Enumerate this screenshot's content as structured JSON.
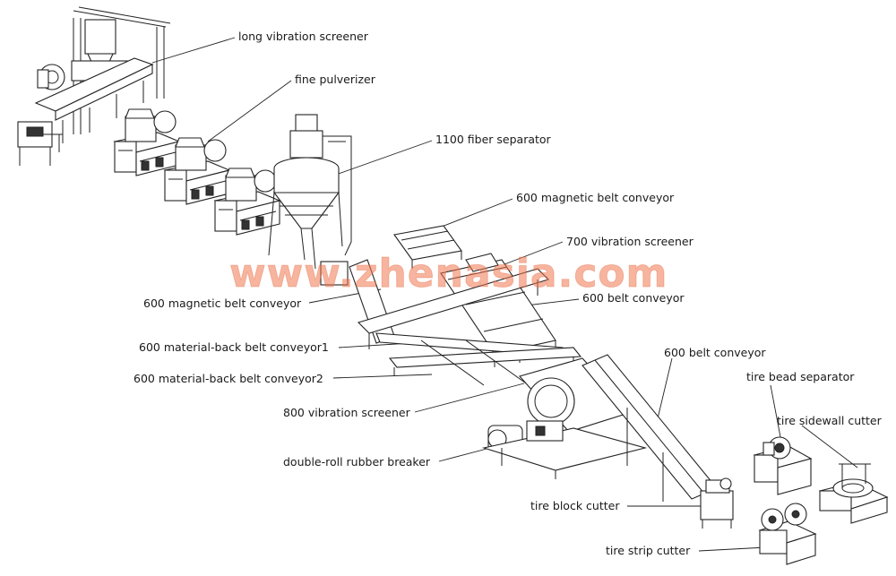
{
  "watermark": "www.zhenasia.com",
  "labels": [
    {
      "id": "long-vibration-screener",
      "text": "long vibration screener"
    },
    {
      "id": "fine-pulverizer",
      "text": "fine pulverizer"
    },
    {
      "id": "fiber-separator-1100",
      "text": "1100 fiber separator"
    },
    {
      "id": "magnetic-belt-conveyor-600-top",
      "text": "600 magnetic belt conveyor"
    },
    {
      "id": "vibration-screener-700",
      "text": "700 vibration screener"
    },
    {
      "id": "magnetic-belt-conveyor-600-left",
      "text": "600 magnetic belt conveyor"
    },
    {
      "id": "belt-conveyor-600-mid",
      "text": "600 belt conveyor"
    },
    {
      "id": "material-back-belt-conveyor1",
      "text": "600 material-back belt conveyor1"
    },
    {
      "id": "belt-conveyor-600-right",
      "text": "600 belt conveyor"
    },
    {
      "id": "tire-bead-separator",
      "text": "tire bead separator"
    },
    {
      "id": "material-back-belt-conveyor2",
      "text": "600 material-back belt conveyor2"
    },
    {
      "id": "vibration-screener-800",
      "text": "800 vibration screener"
    },
    {
      "id": "tire-sidewall-cutter",
      "text": "tire sidewall cutter"
    },
    {
      "id": "double-roll-rubber-breaker",
      "text": "double-roll rubber breaker"
    },
    {
      "id": "tire-block-cutter",
      "text": "tire block cutter"
    },
    {
      "id": "tire-strip-cutter",
      "text": "tire strip cutter"
    }
  ]
}
